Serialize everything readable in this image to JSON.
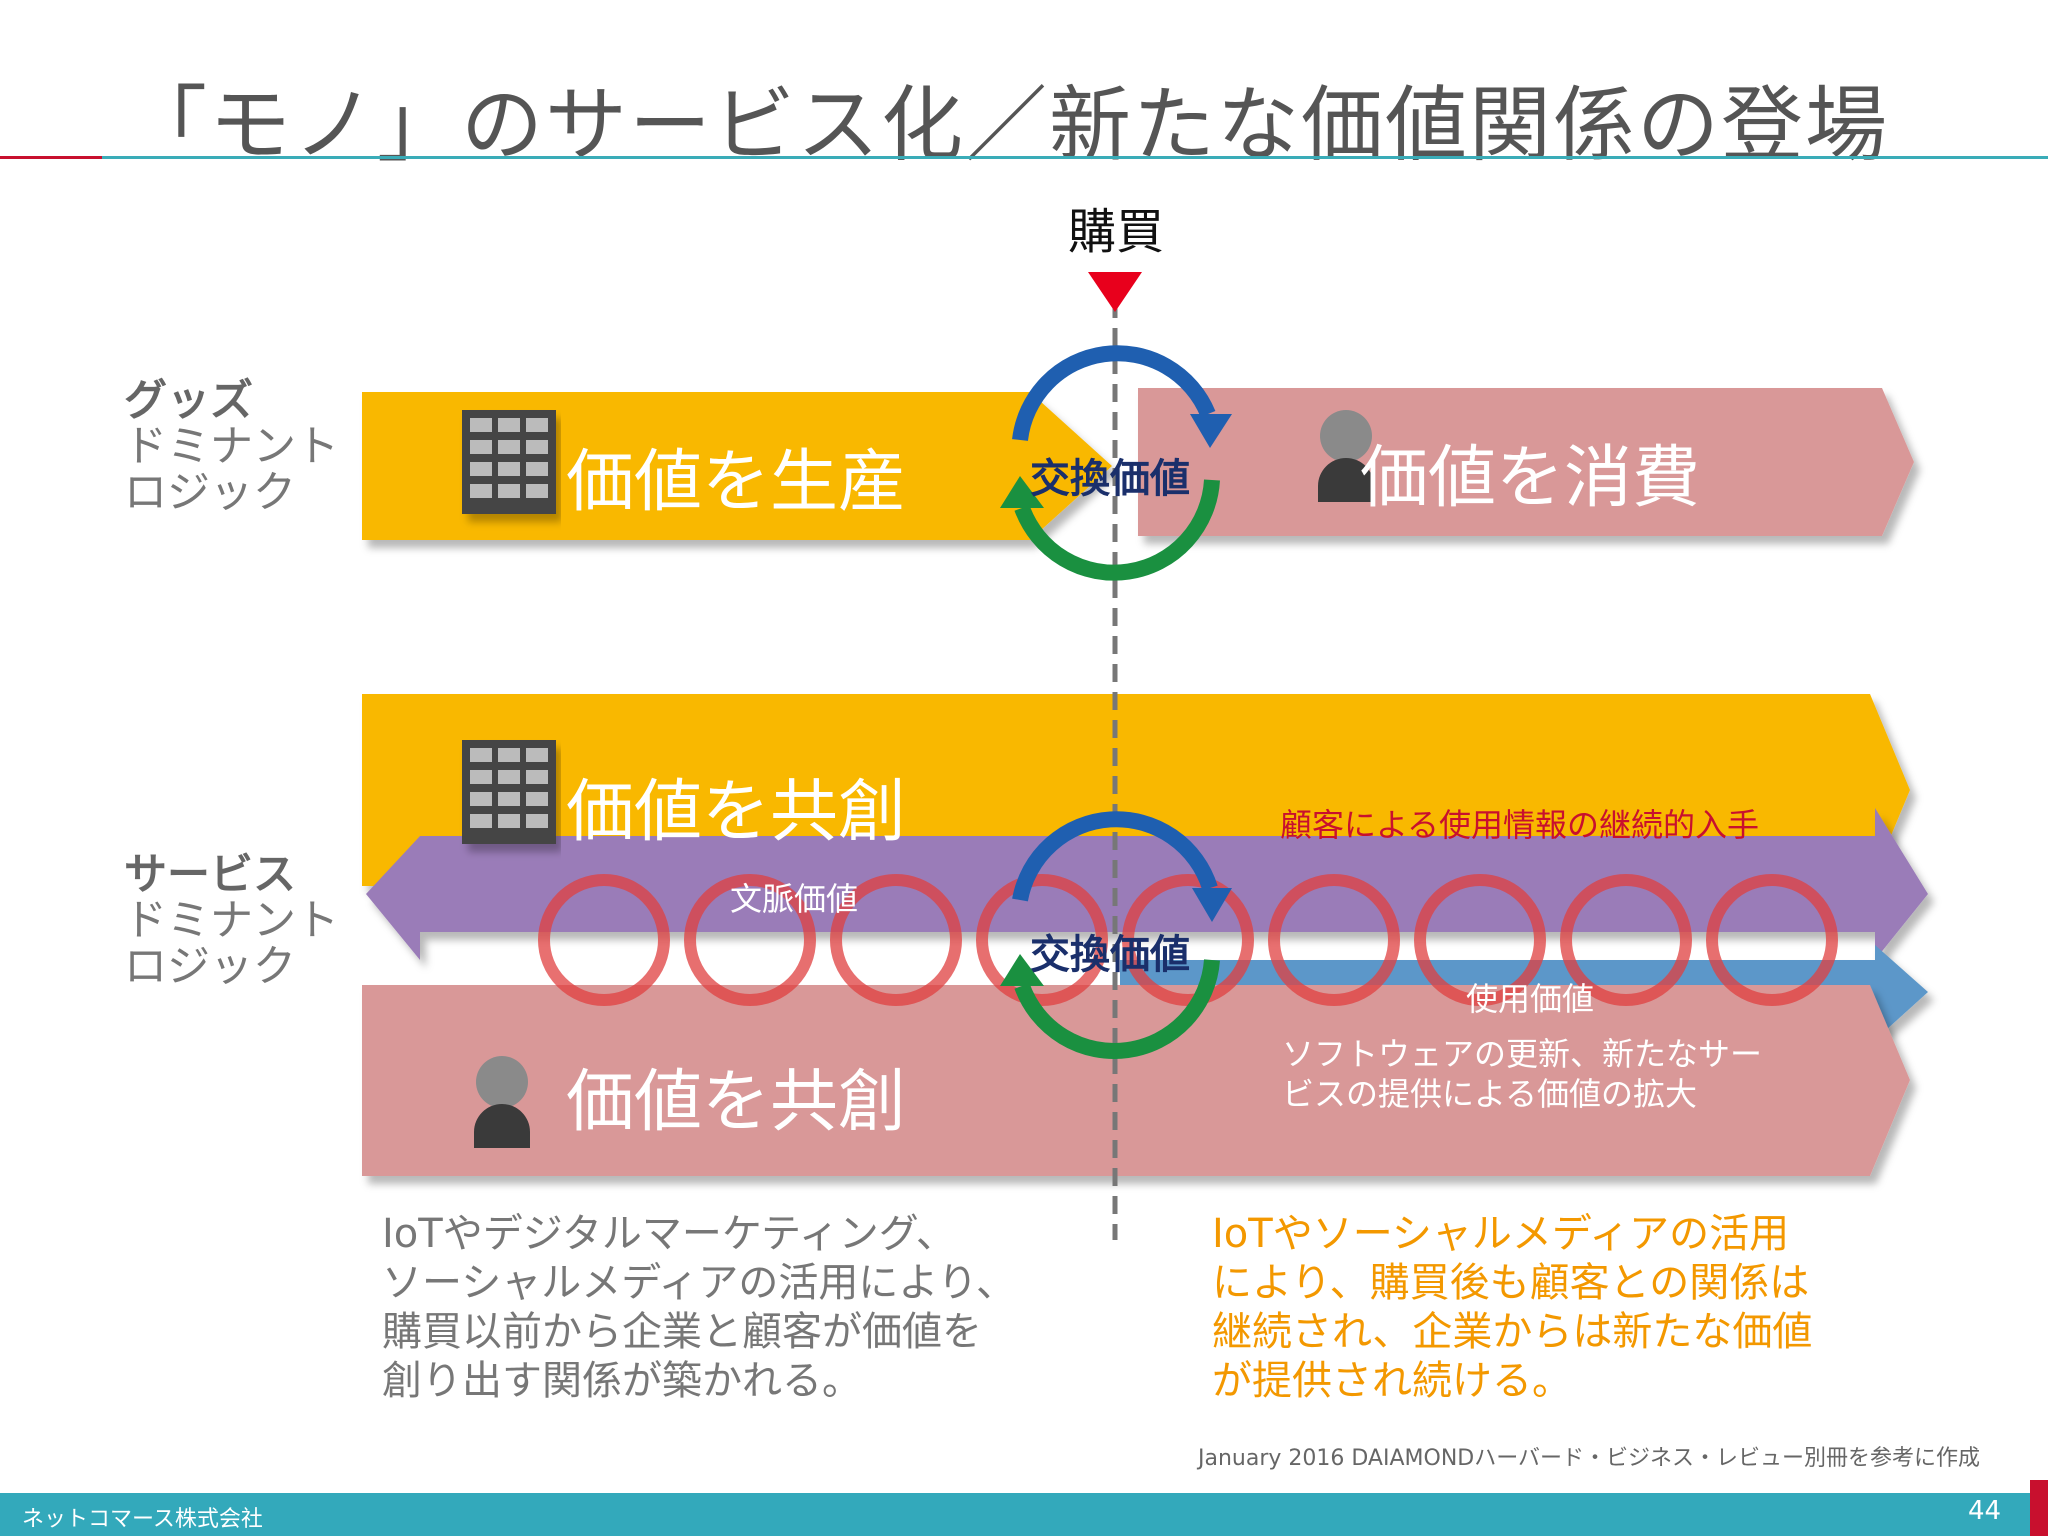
{
  "title": "「モノ」のサービス化／新たな価値関係の登場",
  "purchase_label": "購買",
  "goods": {
    "label_line1": "グッズ",
    "label_line2": "ドミナント",
    "label_line3": "ロジック",
    "produce": "価値を生産",
    "consume": "価値を消費",
    "exchange": "交換価値"
  },
  "service": {
    "label_line1": "サービス",
    "label_line2": "ドミナント",
    "label_line3": "ロジック",
    "cocreate_top": "価値を共創",
    "cocreate_bottom": "価値を共創",
    "exchange": "交換価値",
    "context_value": "文脈価値",
    "use_value": "使用価値",
    "usage_info": "顧客による使用情報の継続的入手",
    "update_line1": "ソフトウェアの更新、新たなサー",
    "update_line2": "ビスの提供による価値の拡大"
  },
  "left_text": [
    "IoTやデジタルマーケティング、",
    "ソーシャルメディアの活用により、",
    "購買以前から企業と顧客が価値を",
    "創り出す関係が築かれる。"
  ],
  "right_text": [
    "IoTやソーシャルメディアの活用",
    "により、購買後も顧客との関係は",
    "継続され、企業からは新たな価値",
    "が提供され続ける。"
  ],
  "source": "January 2016 DAIAMONDハーバード・ビジネス・レビュー別冊を参考に作成",
  "footer": {
    "company": "ネットコマース株式会社",
    "page": "44"
  },
  "colors": {
    "yellow": "#f9b800",
    "pink": "#d99898",
    "purple": "#9a7bb8",
    "blue": "#5b97c9",
    "red_marker": "#e8001c",
    "accent_text_red": "#c8102e",
    "accent_text_orange": "#f39800",
    "footer_teal": "#33a9bb"
  },
  "icons": [
    "building-icon",
    "person-icon",
    "cycle-arrows-icon",
    "triangle-marker-icon"
  ]
}
